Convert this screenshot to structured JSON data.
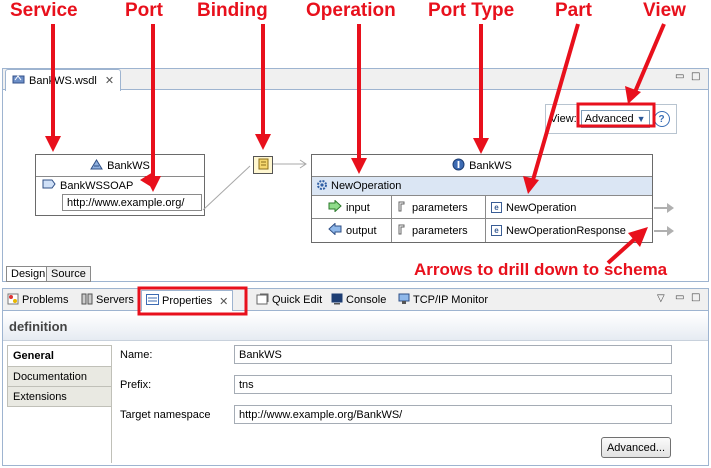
{
  "callouts": {
    "service": "Service",
    "port": "Port",
    "binding": "Binding",
    "operation": "Operation",
    "port_type": "Port Type",
    "part": "Part",
    "view": "View",
    "drill_down": "Arrows to drill down to schema"
  },
  "editor": {
    "file_tab": "BankWS.wsdl",
    "view_label": "View:",
    "view_selected": "Advanced",
    "help_icon_text": "?",
    "service": {
      "name": "BankWS",
      "port": "BankWSSOAP",
      "address": "http://www.example.org/"
    },
    "port_type": {
      "name": "BankWS",
      "operation": "NewOperation",
      "rows": [
        {
          "kind": "input",
          "part": "parameters",
          "element": "NewOperation"
        },
        {
          "kind": "output",
          "part": "parameters",
          "element": "NewOperationResponse"
        }
      ]
    },
    "bottom_tabs": [
      "Design",
      "Source"
    ]
  },
  "panel": {
    "tabs": [
      "Problems",
      "Servers",
      "Properties",
      "Quick Edit",
      "Console",
      "TCP/IP Monitor"
    ],
    "section_title": "definition",
    "side_tabs": [
      "General",
      "Documentation",
      "Extensions"
    ],
    "fields": [
      {
        "label": "Name:",
        "value": "BankWS"
      },
      {
        "label": "Prefix:",
        "value": "tns"
      },
      {
        "label": "Target namespace",
        "value": "http://www.example.org/BankWS/"
      }
    ],
    "advanced_button": "Advanced..."
  },
  "colors": {
    "callout_red": "#e8101c",
    "selected_row": "#dbe6f4",
    "frame_blue": "#9eb4d0"
  }
}
